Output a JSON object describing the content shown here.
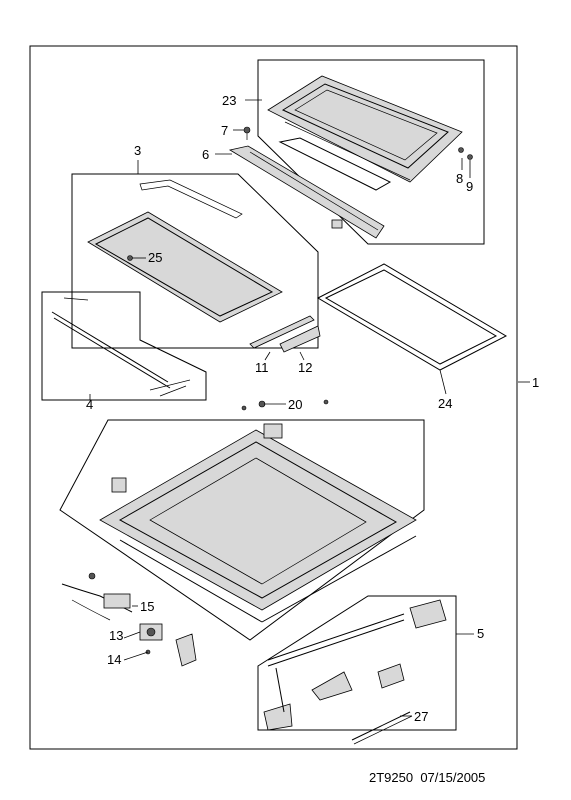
{
  "drawing": {
    "reference": "2T9250",
    "date": "07/15/2005"
  },
  "callouts": [
    "1",
    "3",
    "4",
    "5",
    "6",
    "7",
    "8",
    "9",
    "11",
    "12",
    "13",
    "14",
    "15",
    "20",
    "23",
    "24",
    "25",
    "27"
  ]
}
